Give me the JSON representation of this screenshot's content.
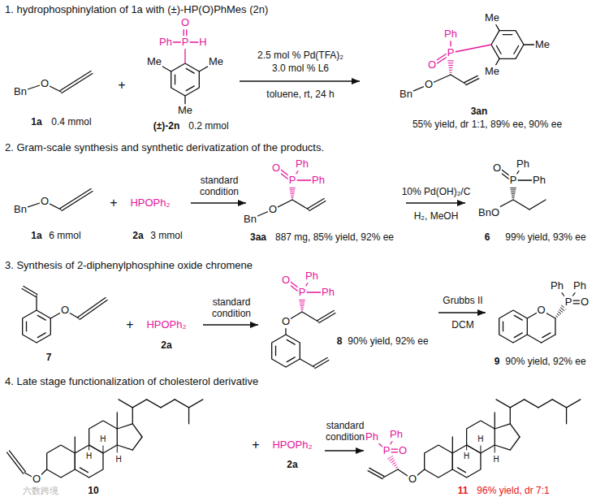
{
  "diagram": {
    "labels": [
      "1. hydrophosphinylation of 1a with (±)-HP(O)PhMes (2n)",
      "Bn",
      "O",
      "1a",
      "0.4 mmol",
      "+",
      "O",
      "Ph",
      "P",
      "H",
      "Me",
      "Me",
      "Me",
      "(±)-2n",
      "0.2 mmol",
      "2.5 mol % Pd(TFA)₂",
      "3.0 mol % L6",
      "toluene, rt, 24 h",
      "Me",
      "Ph",
      "P",
      "Me",
      "O",
      "Me",
      "Bn",
      "O",
      "3an",
      "55% yield, dr 1:1, 89% ee, 90% ee",
      "2. Gram-scale synthesis and synthetic derivatization of the products.",
      "Bn",
      "O",
      "1a",
      "6 mmol",
      "+",
      "HPOPh₂",
      "2a",
      "3 mmol",
      "standard condition",
      "O",
      "Ph",
      "P",
      "Ph",
      "Bn",
      "O",
      "3aa",
      "887 mg, 85% yield, 92% ee",
      "10% Pd(OH)₂/C",
      "H₂, MeOH",
      "O",
      "Ph",
      "P",
      "Ph",
      "BnO",
      "6",
      "99% yield, 93% ee",
      "3. Synthesis of 2-diphenylphosphine oxide chromene",
      "O",
      "7",
      "+",
      "HPOPh₂",
      "2a",
      "standard condition",
      "O",
      "Ph",
      "P",
      "Ph",
      "O",
      "8",
      "90% yield, 92% ee",
      "Grubbs II",
      "DCM",
      "Ph",
      "Ph",
      "O",
      "P",
      "O",
      "9",
      "90% yield, 92% ee",
      "4. Late stage functionalization of cholesterol derivative",
      "H",
      "H",
      "H",
      "O",
      "10",
      "+",
      "HPOPh₂",
      "2a",
      "standard condition",
      "Ph",
      "Ph",
      "P",
      "O",
      "O",
      "H",
      "H",
      "H",
      "11",
      "96% yield, dr 7:1",
      "六数跨境"
    ]
  }
}
